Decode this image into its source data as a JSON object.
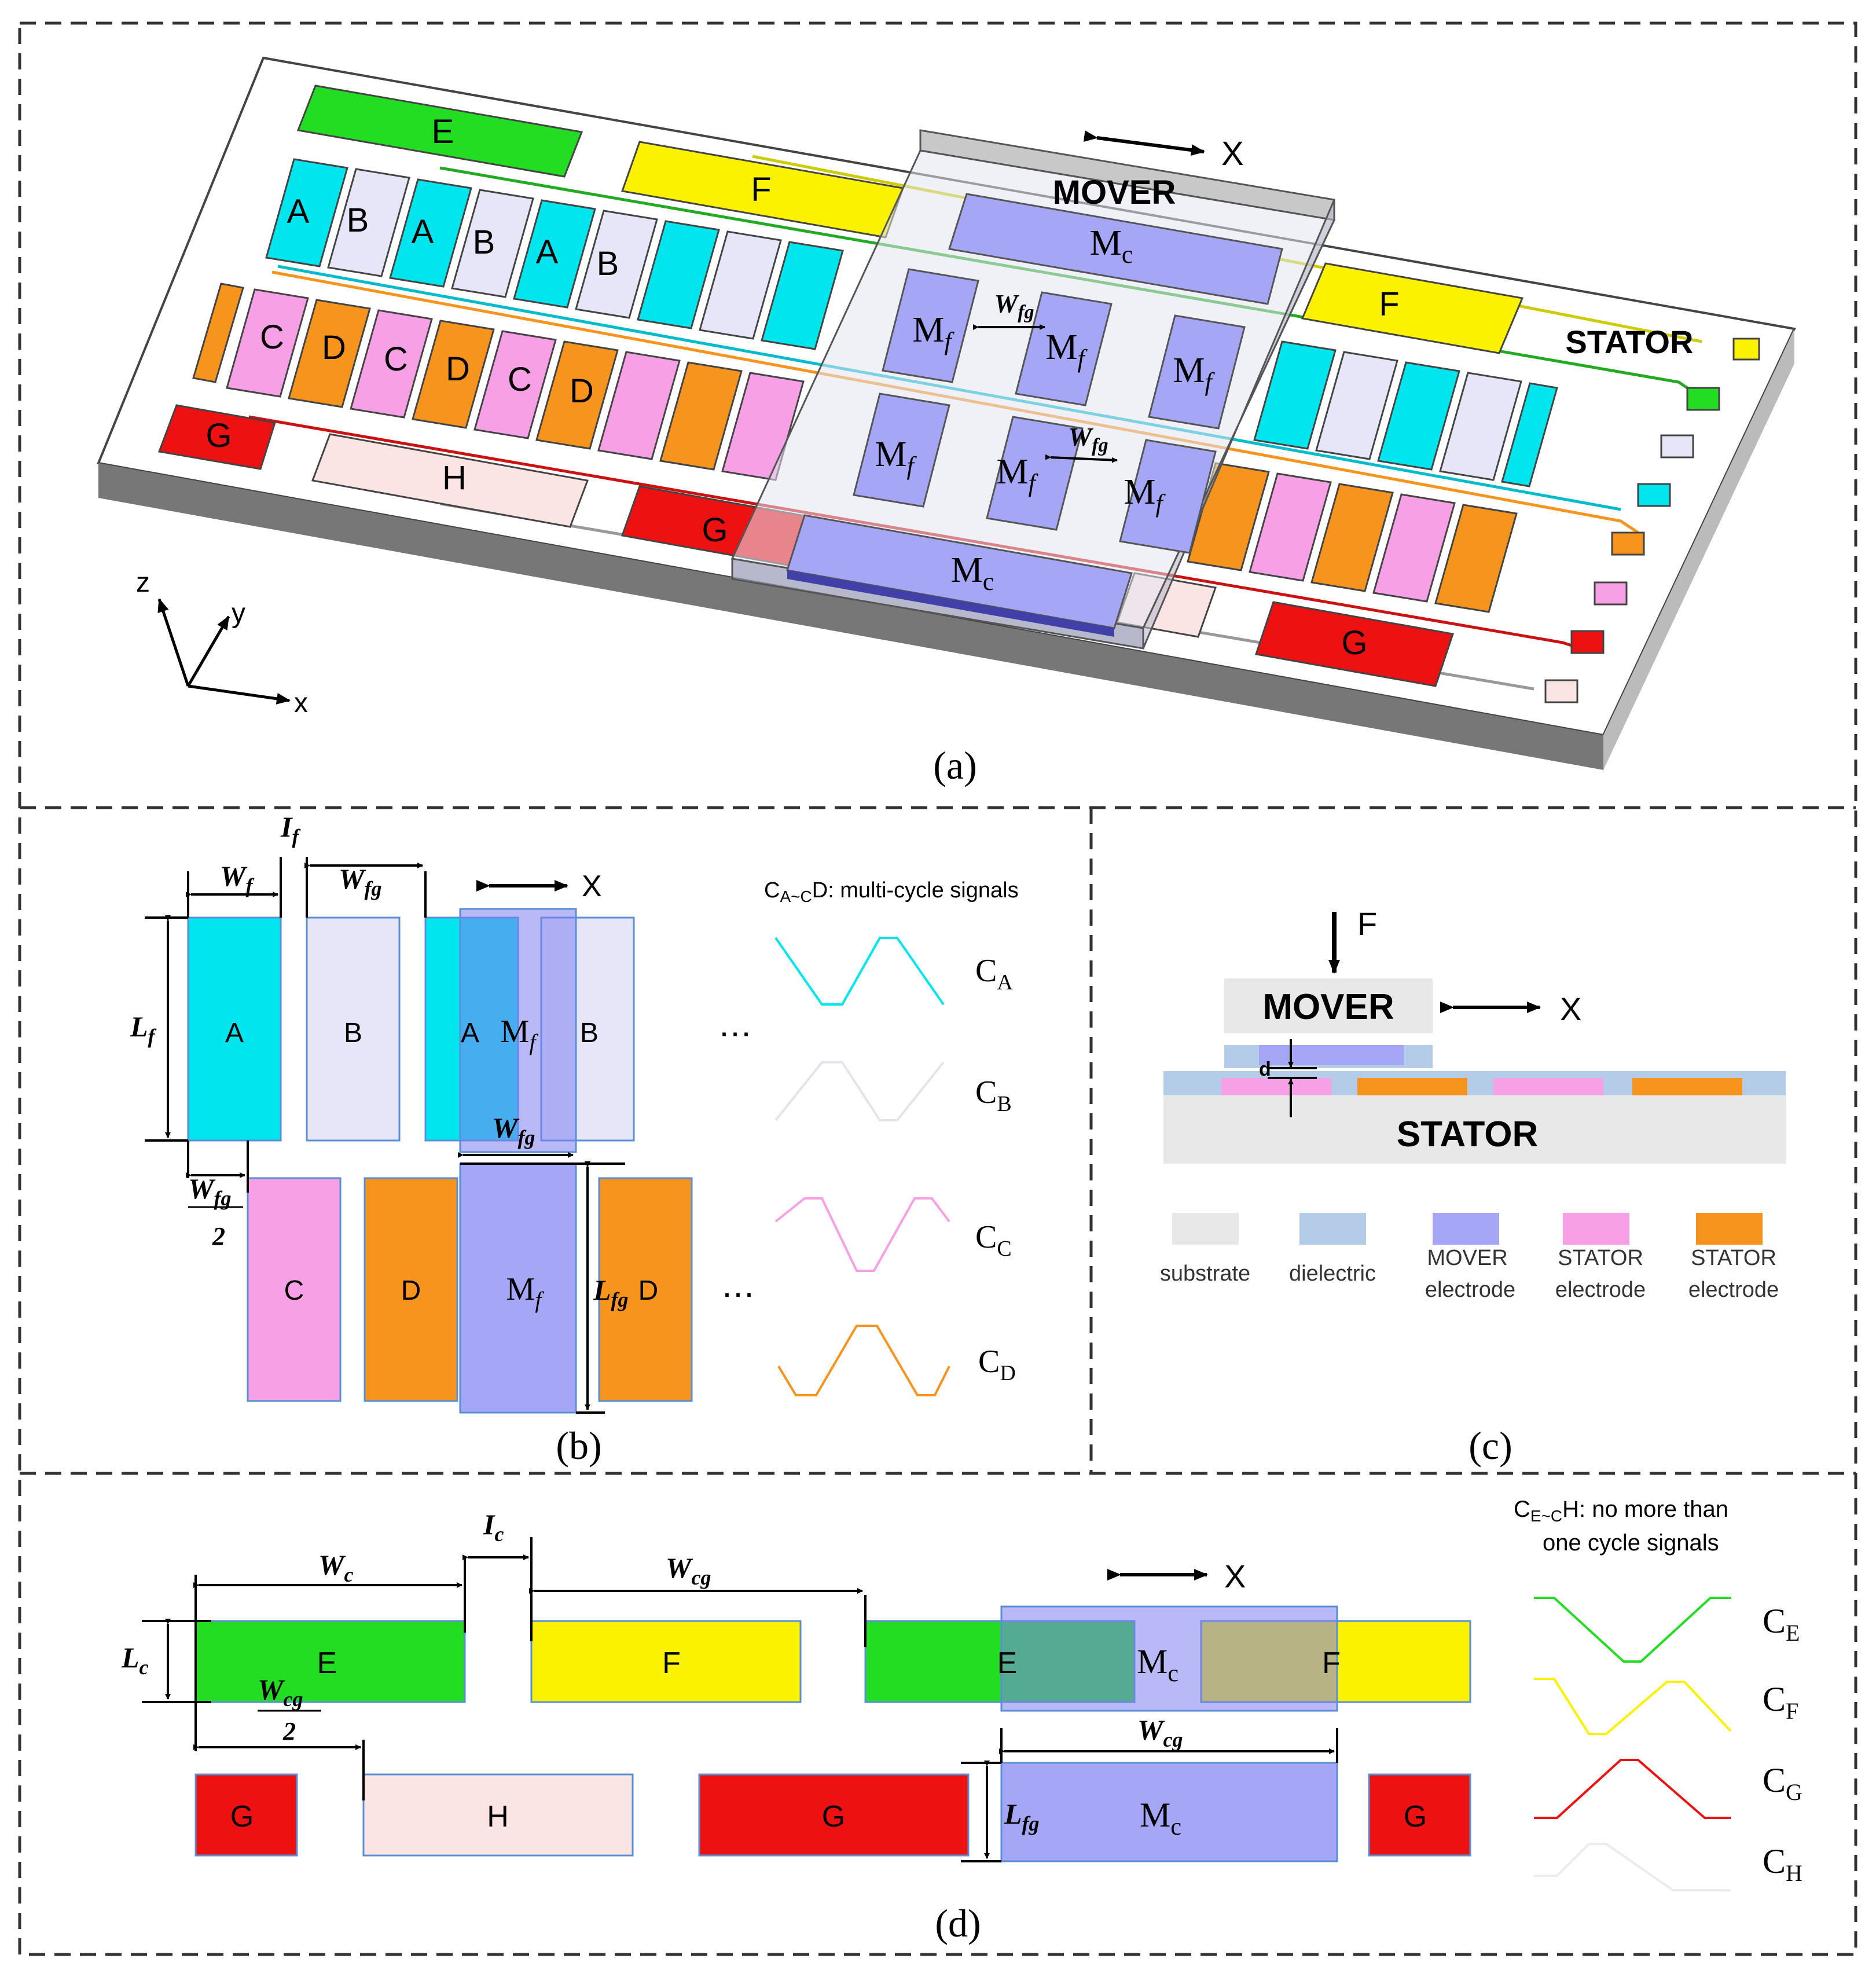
{
  "colors": {
    "cyan": "#00e5ee",
    "lavender": "#e6e6f8",
    "pink": "#f7a0e6",
    "orange": "#f7941e",
    "green": "#22dd22",
    "yellow": "#fbf200",
    "red": "#ee1111",
    "lightpink": "#fbe4e4",
    "mover": "#a6a6f7",
    "substrate": "#e8e8e8",
    "dielectric": "#b4cce8"
  },
  "panel_a": {
    "caption": "(a)",
    "mover_label": "MOVER",
    "stator_label": "STATOR",
    "direction_label": "X",
    "axes": {
      "z": "z",
      "y": "y",
      "x": "x"
    },
    "labels_top": [
      "E",
      "F",
      "F"
    ],
    "labels_row1": [
      "A",
      "B",
      "A",
      "B",
      "A",
      "B"
    ],
    "labels_row2": [
      "C",
      "D",
      "C",
      "D",
      "C",
      "D"
    ],
    "labels_bottom": [
      "G",
      "H",
      "G",
      "G"
    ],
    "mover_parts": {
      "mc": "M",
      "mc_sub": "c",
      "mf": "M",
      "mf_sub": "f",
      "wfg": "W",
      "wfg_sub": "fg"
    }
  },
  "panel_b": {
    "caption": "(b)",
    "direction_label": "X",
    "signals_title": "C",
    "signals_title_range": "A~C",
    "signals_title_tail": "D: multi-cycle signals",
    "row1": [
      "A",
      "B",
      "A",
      "B"
    ],
    "row2": [
      "C",
      "D",
      "D"
    ],
    "mover": "M",
    "mover_sub": "f",
    "ellipsis": "…",
    "dims": {
      "wf": "W",
      "wf_sub": "f",
      "if": "I",
      "if_sub": "f",
      "wfg": "W",
      "wfg_sub": "fg",
      "lf": "L",
      "lf_sub": "f",
      "lfg": "L",
      "lfg_sub": "fg",
      "two": "2"
    },
    "signals": [
      {
        "name": "C",
        "sub": "A",
        "color": "#00e5ee"
      },
      {
        "name": "C",
        "sub": "B",
        "color": "#ececf6"
      },
      {
        "name": "C",
        "sub": "C",
        "color": "#f7a0e6"
      },
      {
        "name": "C",
        "sub": "D",
        "color": "#f7941e"
      }
    ]
  },
  "panel_c": {
    "caption": "(c)",
    "mover_label": "MOVER",
    "stator_label": "STATOR",
    "force_label": "F",
    "direction_label": "X",
    "gap_label": "d",
    "legend": [
      {
        "line1": "substrate",
        "line2": ""
      },
      {
        "line1": "dielectric",
        "line2": ""
      },
      {
        "line1": "MOVER",
        "line2": "electrode"
      },
      {
        "line1": "STATOR",
        "line2": "electrode"
      },
      {
        "line1": "STATOR",
        "line2": "electrode"
      }
    ]
  },
  "panel_d": {
    "caption": "(d)",
    "direction_label": "X",
    "signals_title": "C",
    "signals_title_range": "E~C",
    "signals_title_tail": "H: no more than",
    "signals_title_line2": "one cycle signals",
    "row1": [
      "E",
      "F",
      "E",
      "F"
    ],
    "row2": [
      "G",
      "H",
      "G",
      "G"
    ],
    "mover": "M",
    "mover_sub": "c",
    "dims": {
      "wc": "W",
      "wc_sub": "c",
      "ic": "I",
      "ic_sub": "c",
      "wcg": "W",
      "wcg_sub": "cg",
      "lc": "L",
      "lc_sub": "c",
      "lfg": "L",
      "lfg_sub": "fg",
      "two": "2"
    },
    "signals": [
      {
        "name": "C",
        "sub": "E",
        "color": "#22dd22"
      },
      {
        "name": "C",
        "sub": "F",
        "color": "#fbf200"
      },
      {
        "name": "C",
        "sub": "G",
        "color": "#ee1111"
      },
      {
        "name": "C",
        "sub": "H",
        "color": "#ececec"
      }
    ]
  }
}
